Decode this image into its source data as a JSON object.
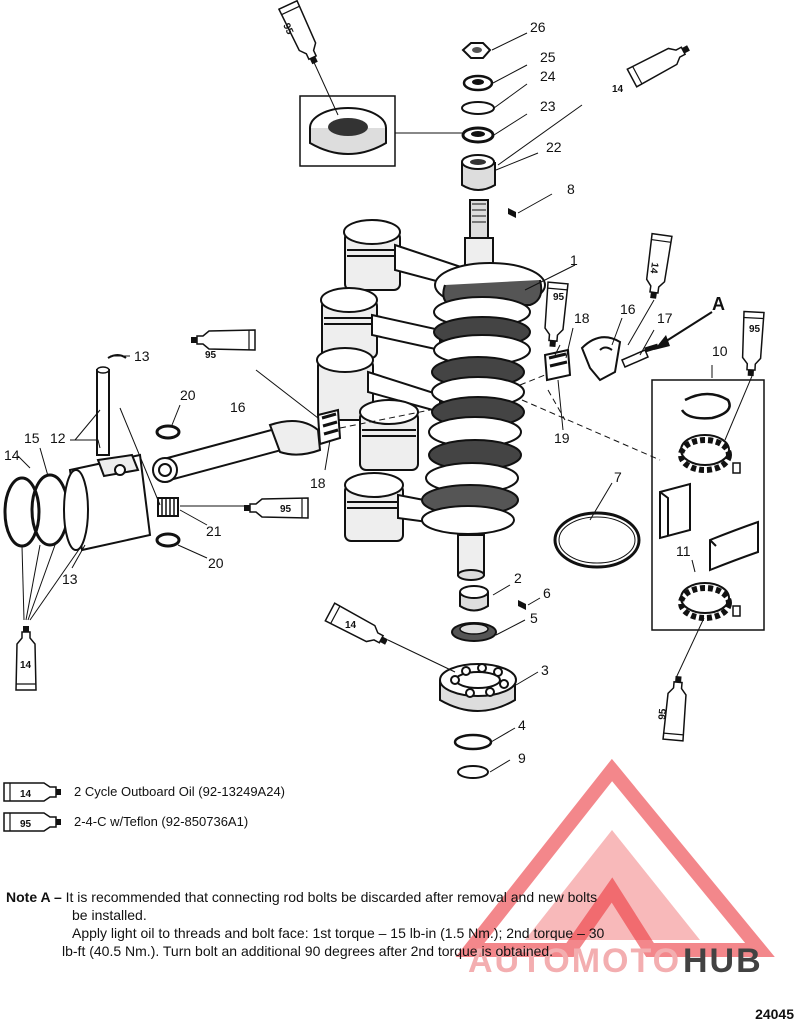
{
  "callouts": [
    "1",
    "2",
    "3",
    "4",
    "5",
    "6",
    "7",
    "8",
    "9",
    "10",
    "11",
    "12",
    "13",
    "14",
    "15",
    "16",
    "17",
    "18",
    "19",
    "20",
    "21",
    "22",
    "23",
    "24",
    "25",
    "26"
  ],
  "reference_letter": "A",
  "tube_codes": {
    "oil": "14",
    "grease": "95"
  },
  "legend": [
    {
      "code": "14",
      "text": "2 Cycle Outboard Oil (92-13249A24)"
    },
    {
      "code": "95",
      "text": "2-4-C w/Teflon (92-850736A1)"
    }
  ],
  "note": {
    "label": "Note A –",
    "line1": "It is recommended that connecting rod bolts be discarded after removal and new bolts",
    "line2": "be  installed.",
    "line3": "Apply light oil to threads and bolt face: 1st torque – 15 lb-in (1.5 Nm.); 2nd torque – 30",
    "line4": "lb-ft (40.5      Nm.). Turn bolt an additional 90 degrees after 2nd torque is obtained."
  },
  "figure_id": "24045",
  "watermark": {
    "auto": "AUTOMOTO",
    "hub": "HUB",
    "color": "#e8141b"
  }
}
